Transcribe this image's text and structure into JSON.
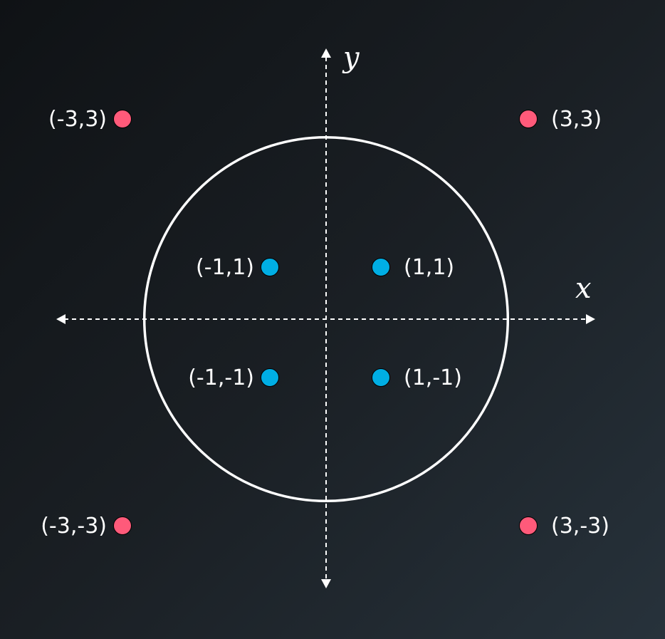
{
  "axes": {
    "x_label": "x",
    "y_label": "y"
  },
  "colors": {
    "outer_points": "#ff5a7a",
    "inner_points": "#00aee4",
    "axes": "#ffffff",
    "circle": "#ffffff"
  },
  "circle": {
    "center": [
      0,
      0
    ],
    "radius": 2.3
  },
  "chart_data": {
    "type": "scatter",
    "series": [
      {
        "color": "#00aee4",
        "points": [
          {
            "x": -1,
            "y": 1,
            "label": "(-1,1)"
          },
          {
            "x": 1,
            "y": 1,
            "label": "(1,1)"
          },
          {
            "x": -1,
            "y": -1,
            "label": "(-1,-1)"
          },
          {
            "x": 1,
            "y": -1,
            "label": "(1,-1)"
          }
        ]
      },
      {
        "color": "#ff5a7a",
        "points": [
          {
            "x": -3,
            "y": 3,
            "label": "(-3,3)"
          },
          {
            "x": 3,
            "y": 3,
            "label": "(3,3)"
          },
          {
            "x": -3,
            "y": -3,
            "label": "(-3,-3)"
          },
          {
            "x": 3,
            "y": -3,
            "label": "(3,-3)"
          }
        ]
      }
    ]
  }
}
